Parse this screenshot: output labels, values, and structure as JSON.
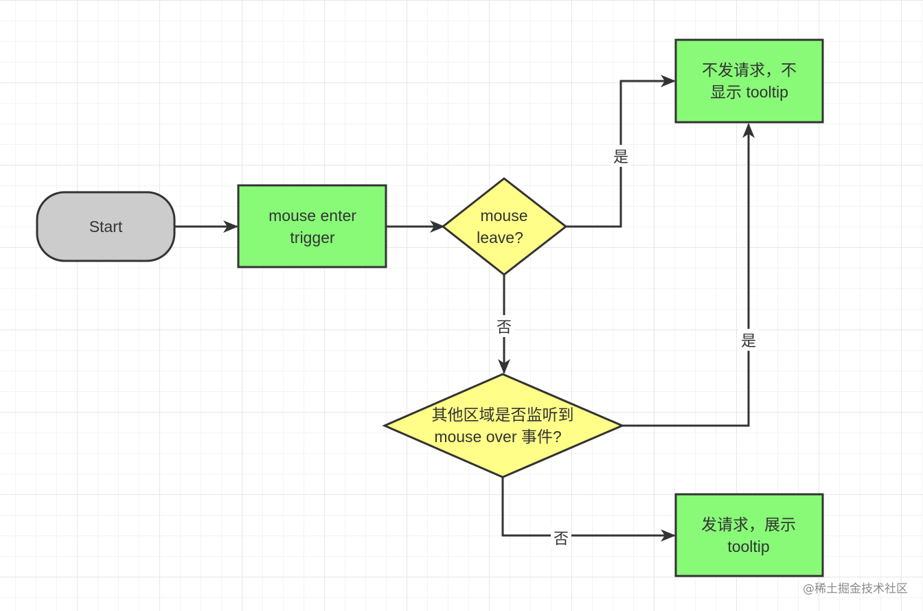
{
  "colors": {
    "process_fill": "#88fa78",
    "decision_fill": "#fefe88",
    "start_fill": "#cccccc",
    "stroke": "#333333"
  },
  "nodes": {
    "start": "Start",
    "mouse_enter": [
      "mouse enter",
      "trigger"
    ],
    "mouse_leave": [
      "mouse",
      "leave?"
    ],
    "no_request": [
      "不发请求，不",
      "显示 tooltip"
    ],
    "other_area": [
      "其他区域是否监听到",
      "mouse over 事件?"
    ],
    "show_tooltip": [
      "发请求，展示",
      "tooltip"
    ]
  },
  "edges": {
    "leave_yes": "是",
    "leave_no": "否",
    "other_yes": "是",
    "other_no": "否"
  },
  "watermark": "@稀土掘金技术社区"
}
